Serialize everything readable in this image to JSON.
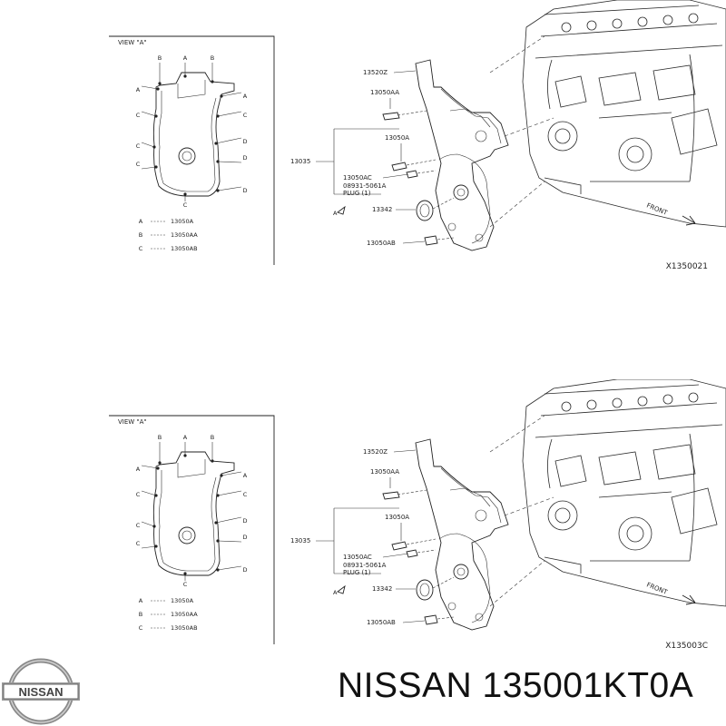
{
  "diagrams": [
    {
      "view_title": "VIEW \"A\"",
      "legend": [
        {
          "key": "A",
          "part": "13050A"
        },
        {
          "key": "B",
          "part": "13050AA"
        },
        {
          "key": "C",
          "part": "13050AB"
        }
      ],
      "labels": {
        "p13520z": "13520Z",
        "p13050aa": "13050AA",
        "p13050a": "13050A",
        "p13035": "13035",
        "p13050ac": "13050AC",
        "p08931": "08931-5061A",
        "plug": "PLUG (1)",
        "p13342": "13342",
        "p13050ab": "13050AB",
        "front": "FRONT",
        "view_marker": "A"
      },
      "drawing_id": "X1350021"
    },
    {
      "view_title": "VIEW \"A\"",
      "legend": [
        {
          "key": "A",
          "part": "13050A"
        },
        {
          "key": "B",
          "part": "13050AA"
        },
        {
          "key": "C",
          "part": "13050AB"
        }
      ],
      "labels": {
        "p13520z": "13520Z",
        "p13050aa": "13050AA",
        "p13050a": "13050A",
        "p13035": "13035",
        "p13050ac": "13050AC",
        "p08931": "08931-5061A",
        "plug": "PLUG (1)",
        "p13342": "13342",
        "p13050ab": "13050AB",
        "front": "FRONT",
        "view_marker": "A"
      },
      "drawing_id": "X135003C"
    }
  ],
  "footer": {
    "logo_text": "NISSAN",
    "caption": "NISSAN 135001KT0A"
  }
}
